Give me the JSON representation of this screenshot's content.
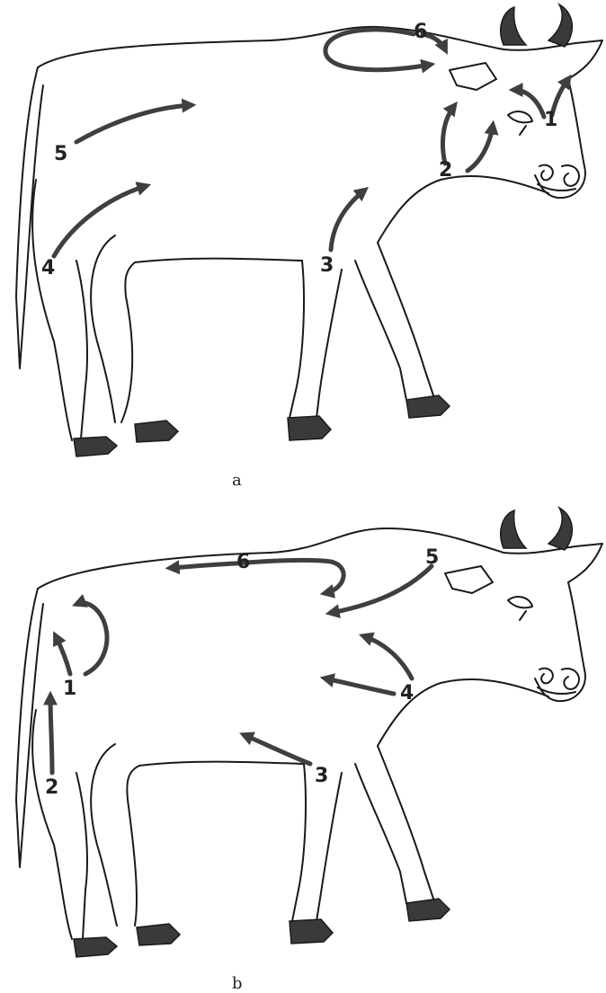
{
  "figure": {
    "panel_a": {
      "caption": "a",
      "labels": [
        "1",
        "2",
        "3",
        "4",
        "5",
        "6"
      ]
    },
    "panel_b": {
      "caption": "b",
      "labels": [
        "1",
        "2",
        "3",
        "4",
        "5",
        "6"
      ]
    }
  },
  "colors": {
    "outline": "#1a1a1a",
    "arrow": "#3f3f3f",
    "hoof_horn": "#3a3a3a"
  }
}
